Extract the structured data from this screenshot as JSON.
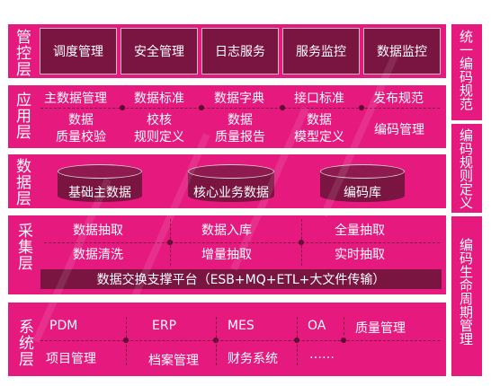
{
  "colors": {
    "layer_bg": "#e5197e",
    "box_dark": "#7a1441",
    "text": "#ffffff"
  },
  "control_layer": {
    "label": "管控层",
    "items": [
      "调度管理",
      "安全管理",
      "日志服务",
      "服务监控",
      "数据监控"
    ]
  },
  "application_layer": {
    "label": "应用层",
    "row1": [
      "主数据管理",
      "数据标准",
      "数据字典",
      "接口标准",
      "发布规范"
    ],
    "row2": [
      "数据\n质量校验",
      "校核\n规则定义",
      "数据\n质量报告",
      "数据\n模型定义",
      "编码管理"
    ]
  },
  "data_layer": {
    "label": "数据层",
    "items": [
      "基础主数据",
      "核心业务数据",
      "编码库"
    ]
  },
  "collect_layer": {
    "label": "采集层",
    "row1": [
      "数据抽取",
      "数据入库",
      "全量抽取"
    ],
    "row2": [
      "数据清洗",
      "增量抽取",
      "实时抽取"
    ],
    "platform": "数据交换支撑平台（ESB+MQ+ETL+大文件传输）"
  },
  "system_layer": {
    "label": "系统层",
    "row1": [
      "PDM",
      "ERP",
      "MES",
      "OA",
      "质量管理"
    ],
    "row2": [
      "项目管理",
      "档案管理",
      "财务系统",
      "……"
    ]
  },
  "right_column": {
    "spec": "统一编码规范",
    "rules": "编码规则定义",
    "lifecycle": "编码生命周期管理"
  }
}
